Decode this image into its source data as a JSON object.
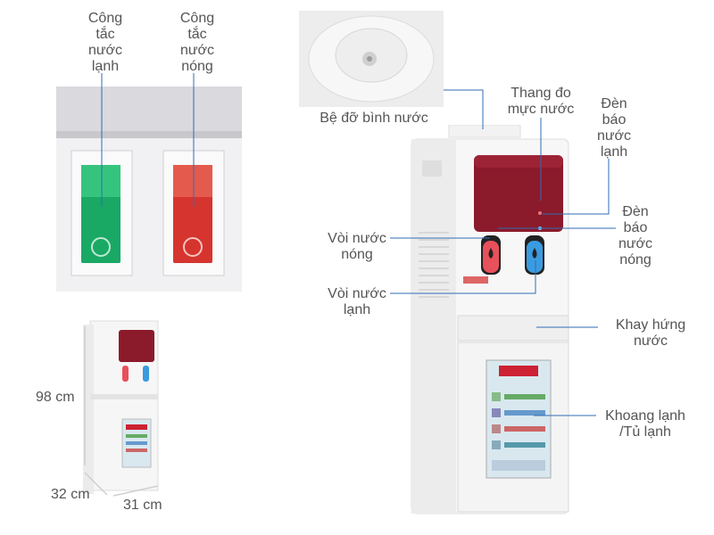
{
  "labels": {
    "cold_switch": "Công\ntắc\nnước\nlạnh",
    "hot_switch": "Công\ntắc\nnước\nnóng",
    "bottle_base": "Bệ đỡ bình nước",
    "level_gauge": "Thang đo\nmực nước",
    "cold_light": "Đèn\nbáo\nnước\nlạnh",
    "hot_light": "Đèn\nbáo\nnước\nnóng",
    "hot_tap": "Vòi nước\nnóng",
    "cold_tap": "Vòi nước\nlạnh",
    "drip_tray": "Khay hứng\nnước",
    "cold_cabinet": "Khoang lạnh\n/Tủ lạnh"
  },
  "dimensions": {
    "height": "98 cm",
    "depth": "32 cm",
    "width": "31 cm"
  },
  "colors": {
    "label_text": "#555555",
    "leader_line": "#2f6db5",
    "panel_red": "#8b1a2b",
    "switch_green": "#1aa865",
    "switch_red": "#d6342f",
    "tap_hot": "#e8505b",
    "tap_cold": "#3a9be0"
  }
}
